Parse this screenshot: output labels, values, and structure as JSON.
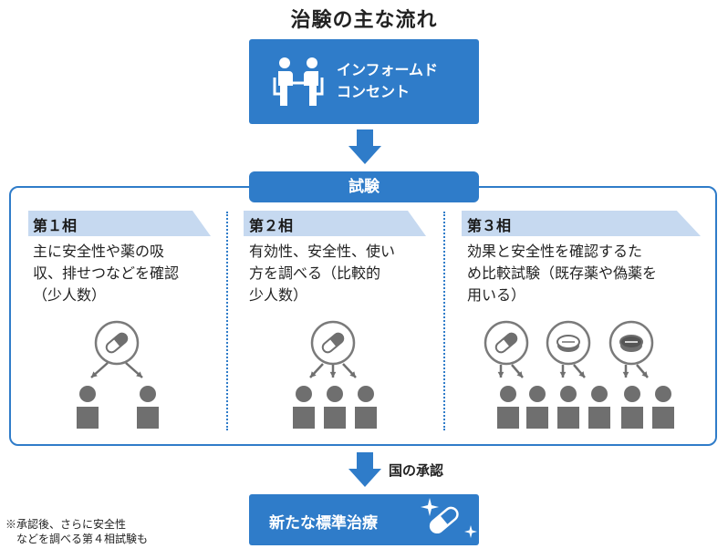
{
  "title": "治験の主な流れ",
  "consent": {
    "line1": "インフォームド",
    "line2": "コンセント"
  },
  "trial_label": "試験",
  "phases": [
    {
      "name": "第１相",
      "desc_lines": [
        "主に安全性や薬の吸",
        "収、排せつなどを確認",
        "（少人数）"
      ]
    },
    {
      "name": "第２相",
      "desc_lines": [
        "有効性、安全性、使い",
        "方を調べる（比較的",
        "少人数）"
      ]
    },
    {
      "name": "第３相",
      "desc_lines": [
        "効果と安全性を確認するた",
        "め比較試験（既存薬や偽薬を",
        "用いる）"
      ]
    }
  ],
  "approval": "国の承認",
  "standard_treatment": "新たな標準治療",
  "note_lines": [
    "※承認後、さらに安全性",
    "　などを調べる第４相試験も"
  ],
  "colors": {
    "accent": "#2f7cc9",
    "tab": "#c6d9f0",
    "person": "#6f6f6f",
    "icon_outline": "#7a7a7a"
  },
  "icons": {
    "consent": "two-people-talking-icon",
    "capsule": "capsule-icon",
    "tablet": "tablet-icon",
    "person": "person-icon",
    "sparkle": "sparkle-icon"
  }
}
